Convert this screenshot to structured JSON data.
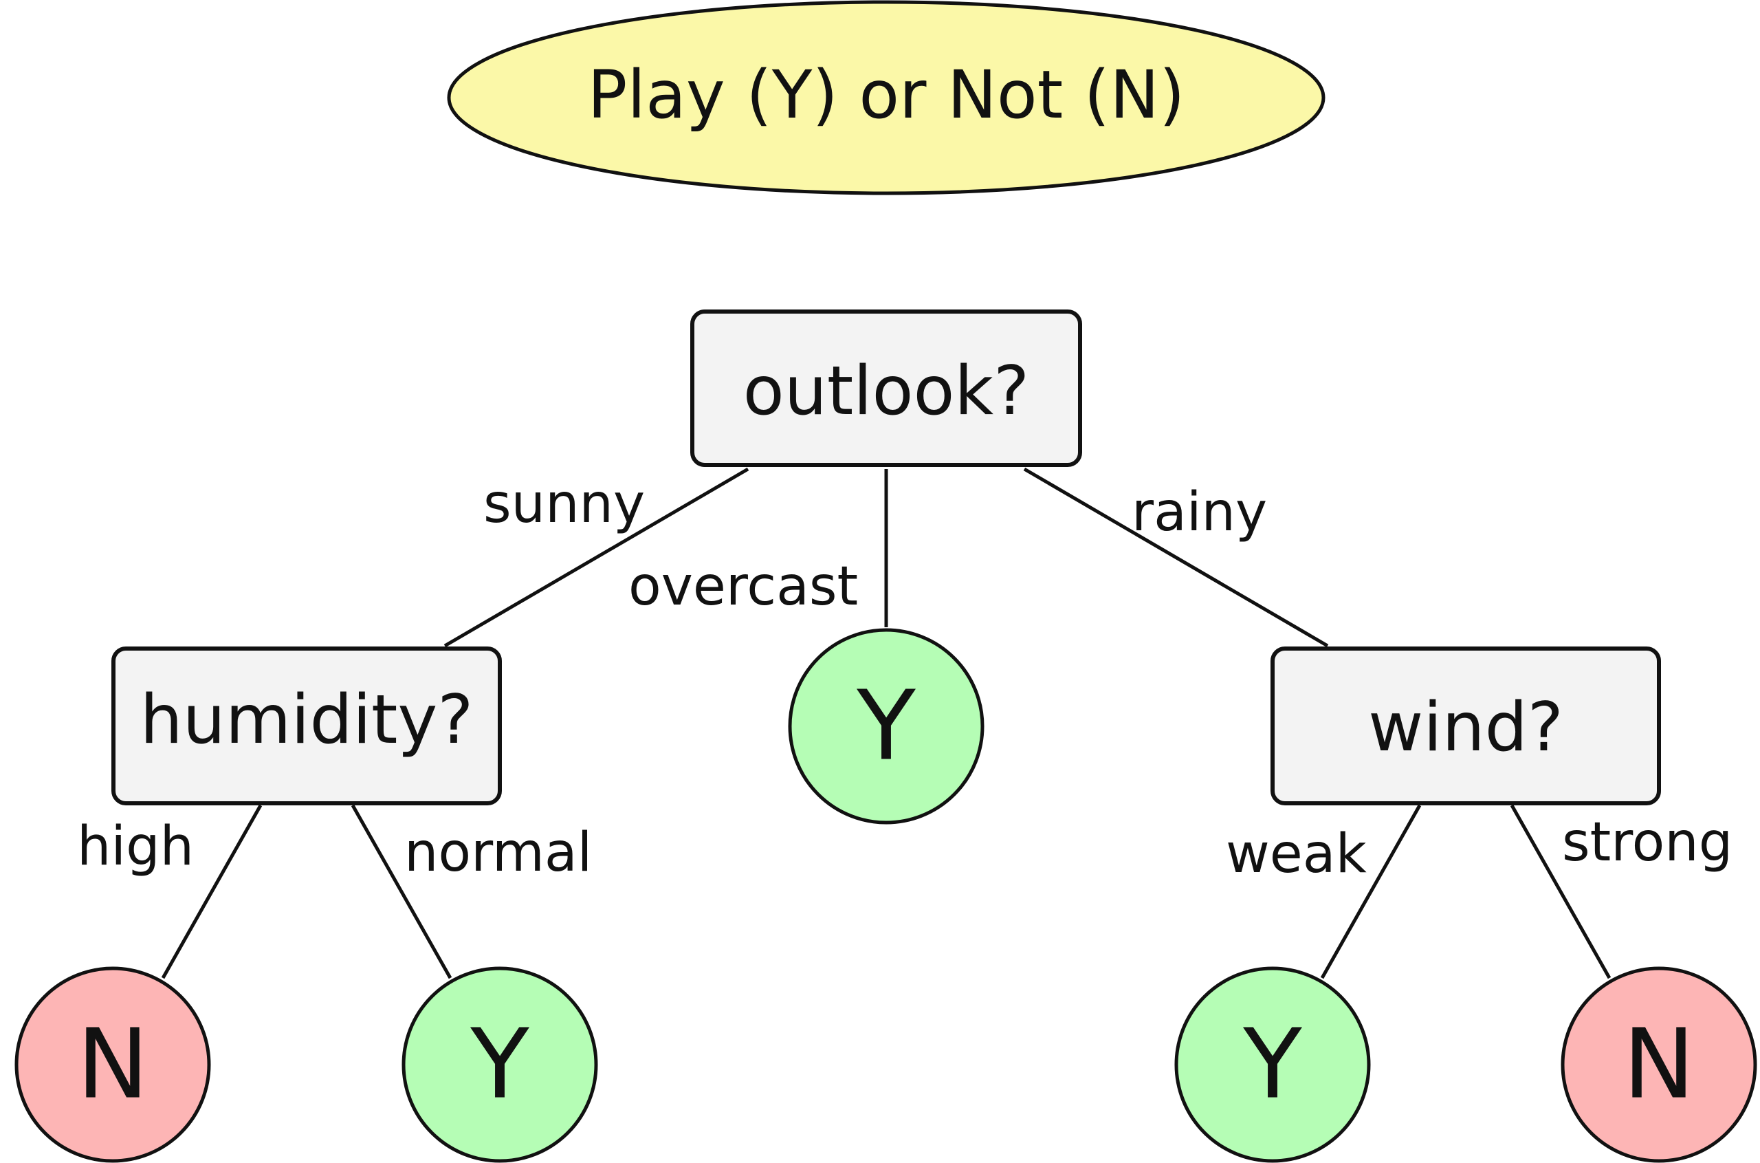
{
  "title": "Play (Y) or Not (N)",
  "colors": {
    "title_fill": "#fbf8a8",
    "decision_fill": "#f3f3f3",
    "yes_fill": "#b5fdb5",
    "no_fill": "#fdb5b5",
    "stroke": "#111111"
  },
  "nodes": {
    "outlook": "outlook?",
    "humidity": "humidity?",
    "wind": "wind?",
    "leaf_overcast": "Y",
    "leaf_high": "N",
    "leaf_normal": "Y",
    "leaf_weak": "Y",
    "leaf_strong": "N"
  },
  "edges": {
    "sunny": "sunny",
    "overcast": "overcast",
    "rainy": "rainy",
    "high": "high",
    "normal": "normal",
    "weak": "weak",
    "strong": "strong"
  }
}
